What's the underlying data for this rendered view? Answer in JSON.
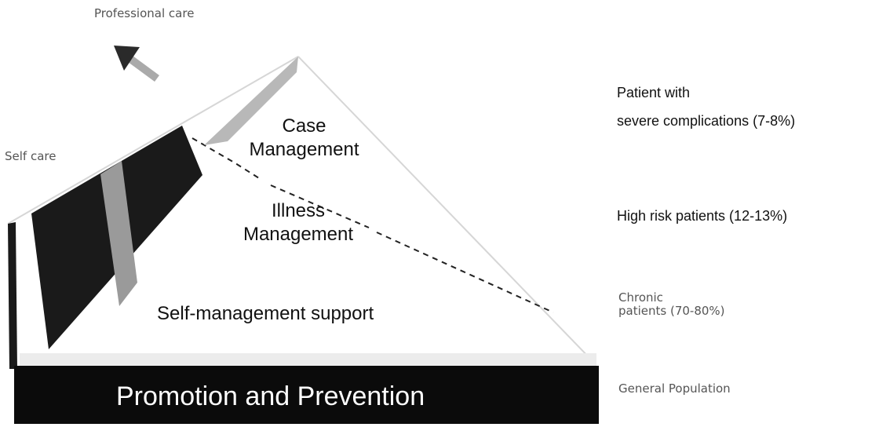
{
  "axis": {
    "professional_care": "Professional care",
    "self_care": "Self care"
  },
  "levels": {
    "case_management": "Case Management",
    "illness_management": "Illness Management",
    "self_management": "Self-management support",
    "promotion": "Promotion and Prevention"
  },
  "populations": {
    "severe_line1": "Patient with",
    "severe_line2": "severe complications (7-8%)",
    "high_risk": "High risk patients (12-13%)",
    "chronic_line1": "Chronic",
    "chronic_line2": "patients (70-80%)",
    "general": "General Population"
  }
}
